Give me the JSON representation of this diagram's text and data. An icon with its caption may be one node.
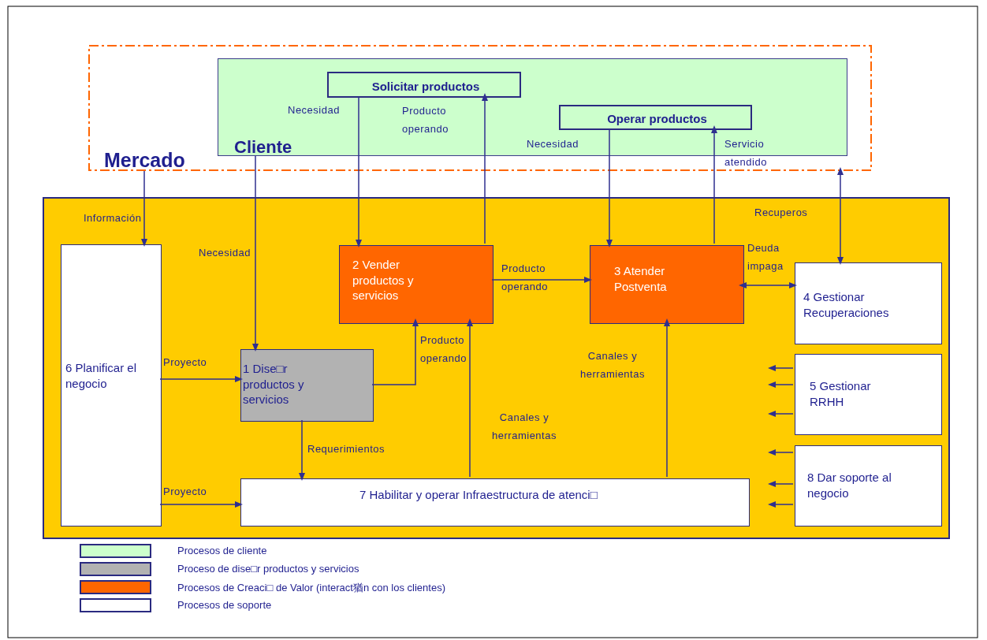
{
  "diagram": {
    "nodes": [
      {
        "text": [
          "Mercado"
        ]
      },
      {
        "text": [
          "Cliente"
        ],
        "in": 0
      },
      {
        "text": [
          "Solicitar productos"
        ],
        "in": 1
      },
      {
        "text": [
          "Operar productos"
        ],
        "in": 1
      },
      {
        "text": [],
        "shape": "box"
      },
      {
        "text": [
          "6 Planificar el negocio"
        ],
        "in": 4
      },
      {
        "text": [
          "1 Dise□r productos y servicios"
        ],
        "in": 4
      },
      {
        "text": [
          "2 Vender productos y servicios"
        ],
        "in": 4
      },
      {
        "text": [
          "3 Atender Postventa"
        ],
        "in": 4
      },
      {
        "text": [
          "4 Gestionar Recuperaciones"
        ],
        "in": 4
      },
      {
        "text": [
          "5 Gestionar RRHH"
        ],
        "in": 4
      },
      {
        "text": [
          "8 Dar soporte al negocio"
        ],
        "in": 4
      },
      {
        "text": [
          "7 Habilitar y operar Infraestructura de atenci□"
        ],
        "in": 4
      }
    ],
    "edges": [
      {
        "from": 0,
        "to": 5,
        "arrow": "to",
        "label": "Información"
      },
      {
        "from": 1,
        "to": 6,
        "arrow": "to",
        "label": "Necesidad"
      },
      {
        "from": 2,
        "to": 7,
        "arrow": "to",
        "label": "Necesidad"
      },
      {
        "from": 7,
        "to": 2,
        "arrow": "to",
        "label": "Producto operando"
      },
      {
        "from": 3,
        "to": 8,
        "arrow": "to",
        "label": "Necesidad"
      },
      {
        "from": 8,
        "to": 3,
        "arrow": "to",
        "label": "Servicio atendido"
      },
      {
        "from": 0,
        "to": 9,
        "arrow": "both",
        "label": "Recuperos"
      },
      {
        "from": 7,
        "to": 8,
        "arrow": "to",
        "label": "Producto operando"
      },
      {
        "from": 8,
        "to": 9,
        "arrow": "both",
        "label": "Deuda impaga"
      },
      {
        "from": 5,
        "to": 6,
        "arrow": "to",
        "label": "Proyecto"
      },
      {
        "from": 5,
        "to": 12,
        "arrow": "to",
        "label": "Proyecto"
      },
      {
        "from": 6,
        "to": 7,
        "arrow": "to",
        "label": "Producto operando"
      },
      {
        "from": 6,
        "to": 12,
        "arrow": "to",
        "label": "Requerimientos"
      },
      {
        "from": 12,
        "to": 7,
        "arrow": "to",
        "label": "Canales y herramientas"
      },
      {
        "from": 12,
        "to": 8,
        "arrow": "to",
        "label": "Canales y herramientas"
      },
      {
        "from": 10,
        "to": null,
        "arrow": "to"
      },
      {
        "from": 10,
        "to": null,
        "arrow": "to"
      },
      {
        "from": 10,
        "to": null,
        "arrow": "to"
      },
      {
        "from": 11,
        "to": null,
        "arrow": "to"
      },
      {
        "from": 11,
        "to": null,
        "arrow": "to"
      },
      {
        "from": 11,
        "to": null,
        "arrow": "to"
      }
    ],
    "legend": [
      {
        "text": "Procesos de cliente",
        "color": "#ccffcc"
      },
      {
        "text": "Proceso de dise□r productos y servicios",
        "color": "#b2b2b2"
      },
      {
        "text": "Procesos de Creaci□ de Valor (interact猶n con los clientes)",
        "color": "#ff6600"
      },
      {
        "text": "Procesos de soporte",
        "color": "#ffffff"
      }
    ]
  }
}
